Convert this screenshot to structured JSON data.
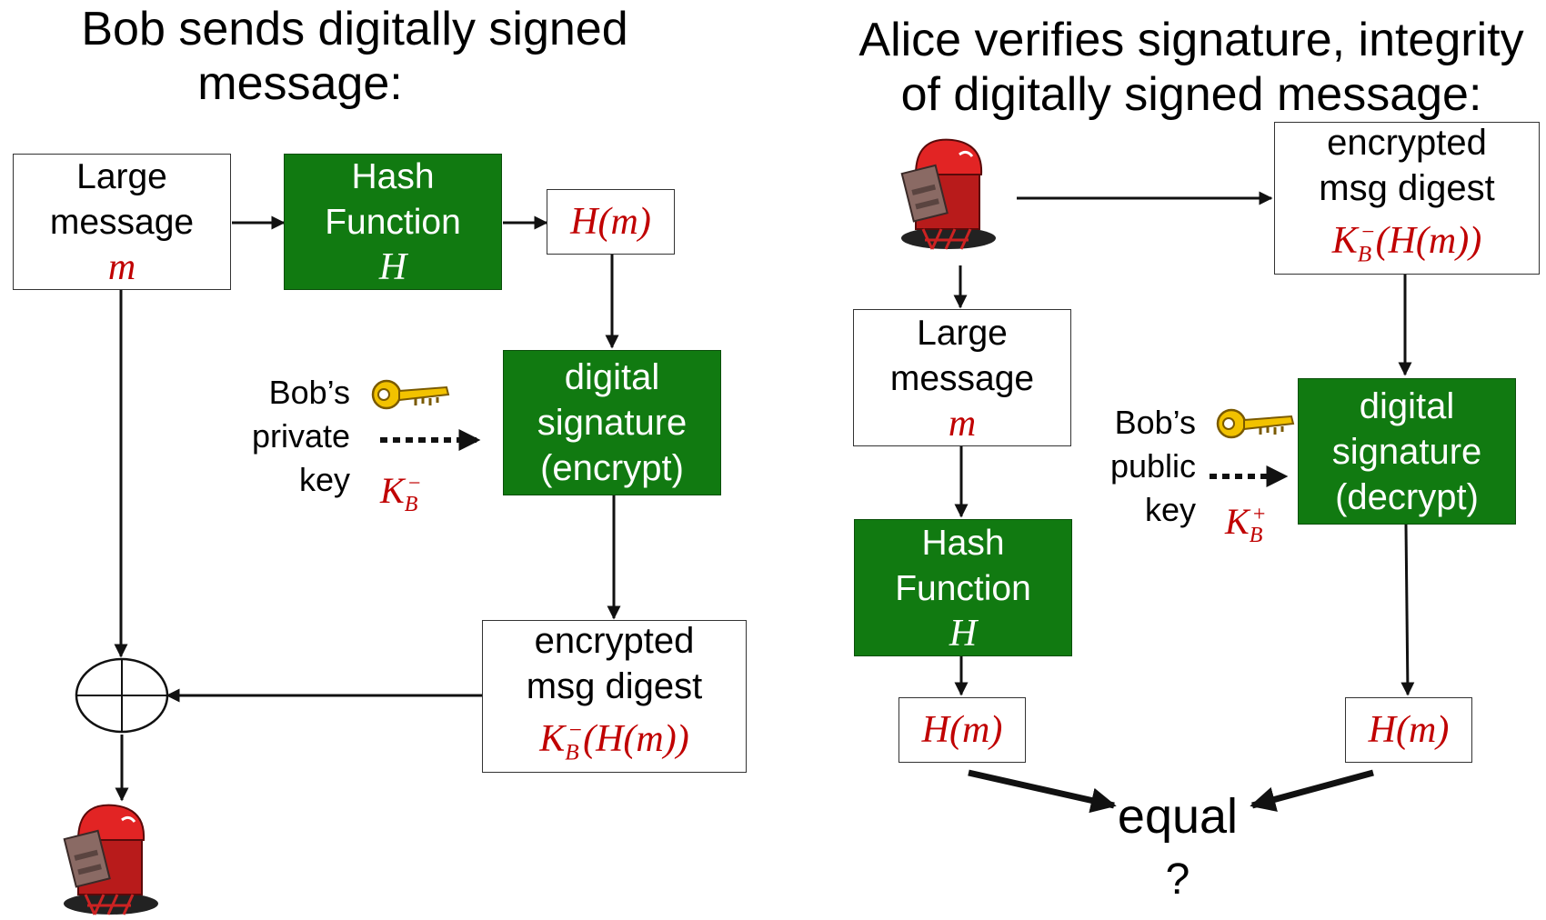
{
  "left": {
    "title_line1": "Bob sends digitally signed",
    "title_line2": "message:",
    "msg": {
      "line1": "Large",
      "line2": "message",
      "var": "m"
    },
    "hash": {
      "line1": "Hash",
      "line2": "Function",
      "var": "H"
    },
    "hm": "H(m)",
    "sig": {
      "line1": "digital",
      "line2": "signature",
      "line3": "(encrypt)"
    },
    "key": {
      "line1": "Bob’s",
      "line2": "private",
      "line3": "key",
      "sym": "K",
      "sub": "B",
      "sup": "−"
    },
    "digest": {
      "line1": "encrypted",
      "line2": "msg digest",
      "sym": "K",
      "sub": "B",
      "sup": "−",
      "rest": "(H(m))"
    }
  },
  "right": {
    "title_line1": "Alice verifies signature, integrity",
    "title_line2": "of digitally signed message:",
    "digest": {
      "line1": "encrypted",
      "line2": "msg digest",
      "sym": "K",
      "sub": "B",
      "sup": "−",
      "rest": "(H(m))"
    },
    "msg": {
      "line1": "Large",
      "line2": "message",
      "var": "m"
    },
    "hash": {
      "line1": "Hash",
      "line2": "Function",
      "var": "H"
    },
    "sig": {
      "line1": "digital",
      "line2": "signature",
      "line3": "(decrypt)"
    },
    "key": {
      "line1": "Bob’s",
      "line2": "public",
      "line3": "key",
      "sym": "K",
      "sub": "B",
      "sup": "+"
    },
    "hm_left": "H(m)",
    "hm_right": "H(m)",
    "equal": "equal",
    "question": "?"
  },
  "colors": {
    "green": "#117a11",
    "math_red": "#c00000",
    "key_gold": "#f2c200",
    "mailbox_red": "#d91f1f"
  },
  "icons": [
    "mailbox-icon",
    "key-icon",
    "xor-icon"
  ]
}
